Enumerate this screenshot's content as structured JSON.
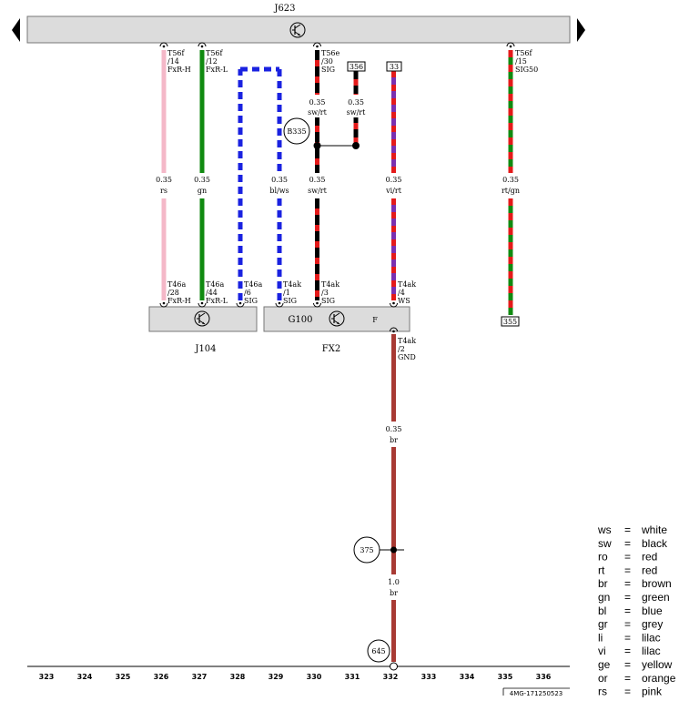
{
  "components": {
    "j623": {
      "label": "J623"
    },
    "j104": {
      "label": "J104"
    },
    "fx2": {
      "label": "FX2",
      "inner_left": "G100",
      "inner_right": "F"
    }
  },
  "connectors": {
    "t56f_14": [
      "T56f",
      "/14",
      "FxR-H"
    ],
    "t56f_12": [
      "T56f",
      "/12",
      "FxR-L"
    ],
    "t56e_30": [
      "T56e",
      "/30",
      "SIG"
    ],
    "t56f_15": [
      "T56f",
      "/15",
      "SIG50"
    ],
    "t46a_28": [
      "T46a",
      "/28",
      "FxR-H"
    ],
    "t46a_44": [
      "T46a",
      "/44",
      "FxR-L"
    ],
    "t46a_6": [
      "T46a",
      "/6",
      "SIG"
    ],
    "t4ak_1": [
      "T4ak",
      "/1",
      "SIG"
    ],
    "t4ak_3": [
      "T4ak",
      "/3",
      "SIG"
    ],
    "t4ak_4": [
      "T4ak",
      "/4",
      "WS"
    ],
    "t4ak_2": [
      "T4ak",
      "/2",
      "GND"
    ]
  },
  "wires": {
    "w_rs": [
      "0.35",
      "rs"
    ],
    "w_gn": [
      "0.35",
      "gn"
    ],
    "w_blws": [
      "0.35",
      "bl/ws"
    ],
    "w_swrt": [
      "0.35",
      "sw/rt"
    ],
    "w_swrt_top": [
      "0.35",
      "sw/rt"
    ],
    "w_swrt_branch": [
      "0.35",
      "sw/rt"
    ],
    "w_virt": [
      "0.35",
      "vi/rt"
    ],
    "w_rtgn": [
      "0.35",
      "rt/gn"
    ],
    "w_br_top": [
      "0.35",
      "br"
    ],
    "w_br_bottom": [
      "1.0",
      "br"
    ]
  },
  "references": {
    "r356": "356",
    "r33": "33",
    "r355": "355"
  },
  "nodes": {
    "b335": "B335",
    "n375": "375",
    "n645": "645"
  },
  "wire_colors": {
    "pink": "#f4b8c8",
    "green": "#108a10",
    "blue": "#1a22e0",
    "white": "#ffffff",
    "black": "#000000",
    "red": "#e41a1a",
    "violet": "#7a30b0",
    "brown": "#a83a34"
  },
  "columns": [
    "323",
    "324",
    "325",
    "326",
    "327",
    "328",
    "329",
    "330",
    "331",
    "332",
    "333",
    "334",
    "335",
    "336"
  ],
  "legend": [
    {
      "abbr": "ws",
      "eq": "=",
      "name": "white"
    },
    {
      "abbr": "sw",
      "eq": "=",
      "name": "black"
    },
    {
      "abbr": "ro",
      "eq": "=",
      "name": "red"
    },
    {
      "abbr": "rt",
      "eq": "=",
      "name": "red"
    },
    {
      "abbr": "br",
      "eq": "=",
      "name": "brown"
    },
    {
      "abbr": "gn",
      "eq": "=",
      "name": "green"
    },
    {
      "abbr": "bl",
      "eq": "=",
      "name": "blue"
    },
    {
      "abbr": "gr",
      "eq": "=",
      "name": "grey"
    },
    {
      "abbr": "li",
      "eq": "=",
      "name": "lilac"
    },
    {
      "abbr": "vi",
      "eq": "=",
      "name": "lilac"
    },
    {
      "abbr": "ge",
      "eq": "=",
      "name": "yellow"
    },
    {
      "abbr": "or",
      "eq": "=",
      "name": "orange"
    },
    {
      "abbr": "rs",
      "eq": "=",
      "name": "pink"
    }
  ],
  "footer": {
    "code": "4MG-171250523"
  }
}
